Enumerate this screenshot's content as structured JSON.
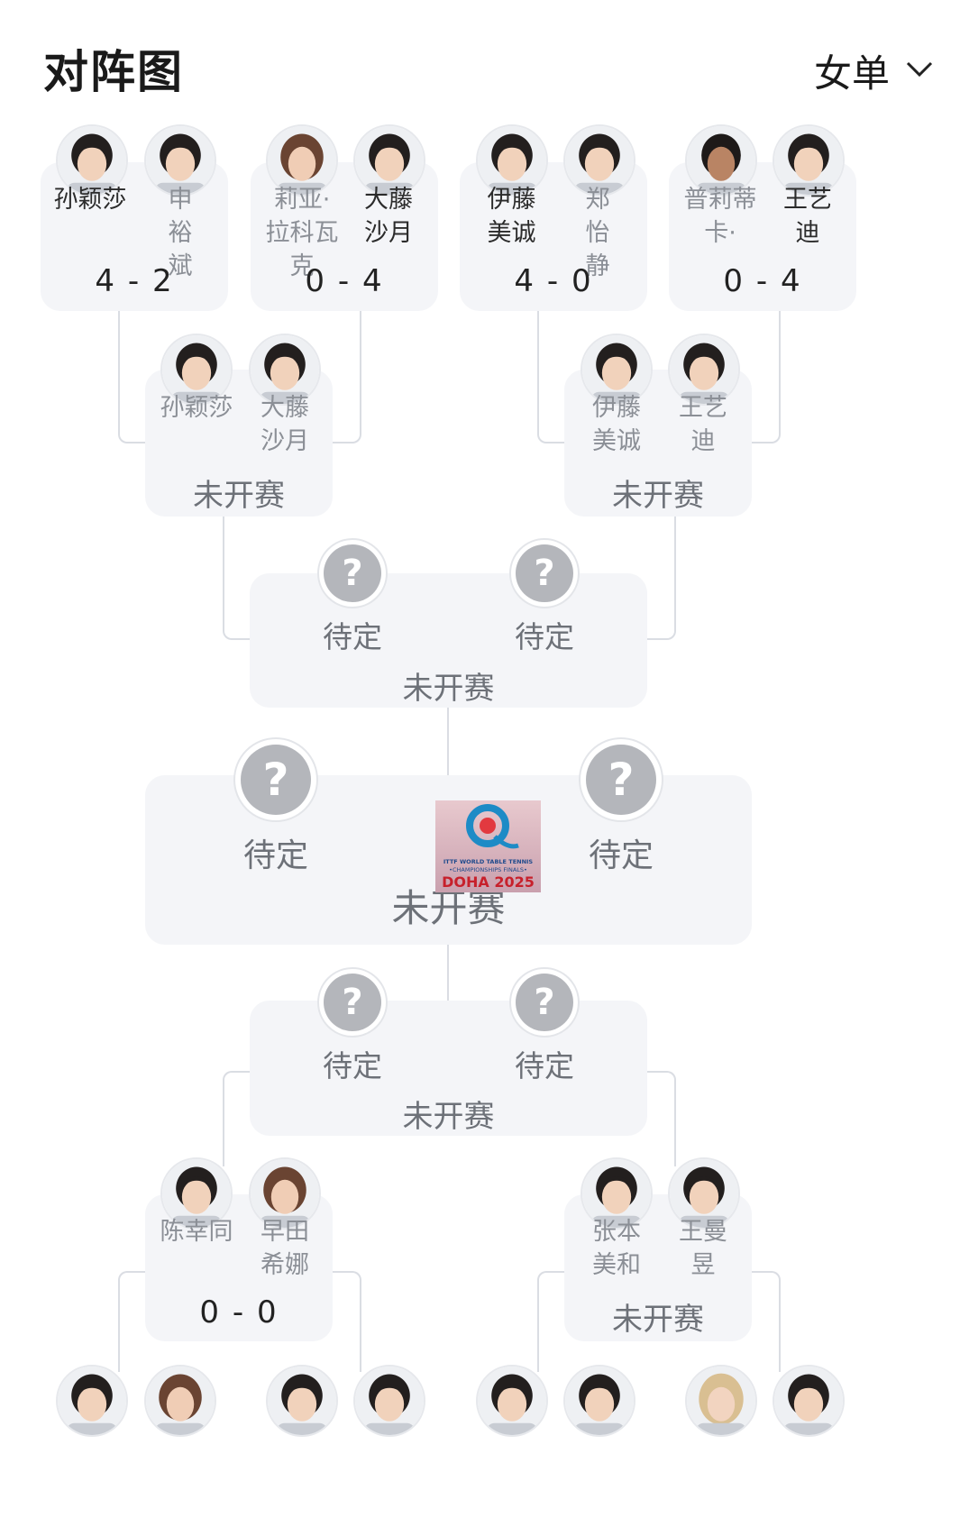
{
  "header": {
    "title": "对阵图",
    "filter_label": "女单",
    "filter_icon": "chevron-down-icon"
  },
  "round1": [
    {
      "p1": "孙颖莎",
      "p2": "申裕斌",
      "score": "4 - 2"
    },
    {
      "p1": "莉亚·拉科瓦克",
      "p2": "大藤沙月",
      "score": "0 - 4"
    },
    {
      "p1": "伊藤美诚",
      "p2": "郑怡静",
      "score": "4 - 0"
    },
    {
      "p1": "普莉蒂卡·帕...",
      "p2": "王艺迪",
      "score": "0 - 4"
    }
  ],
  "quarter_top": [
    {
      "p1": "孙颖莎",
      "p2": "大藤沙月",
      "status": "未开赛"
    },
    {
      "p1": "伊藤美诚",
      "p2": "王艺迪",
      "status": "未开赛"
    }
  ],
  "semi_top": {
    "p1": "待定",
    "p2": "待定",
    "status": "未开赛"
  },
  "final": {
    "p1": "待定",
    "p2": "待定",
    "status": "未开赛"
  },
  "logo": {
    "lines": [
      "ITTF WORLD TABLE TENNIS",
      "•CHAMPIONSHIPS FINALS•",
      "DOHA 2025"
    ]
  },
  "semi_bottom": {
    "p1": "待定",
    "p2": "待定",
    "status": "未开赛"
  },
  "quarter_bottom": [
    {
      "p1": "陈幸同",
      "p2": "早田希娜",
      "score": "0 - 0"
    },
    {
      "p1": "张本美和",
      "p2": "王曼昱",
      "status": "未开赛"
    }
  ],
  "placeholder_symbol": "?",
  "colors": {
    "card_bg": "#f4f5f8",
    "winner_text": "#2b2b2b",
    "loser_text": "#8b8f96",
    "connector": "#dadde3",
    "tbd_disc": "#b4b6bb"
  }
}
